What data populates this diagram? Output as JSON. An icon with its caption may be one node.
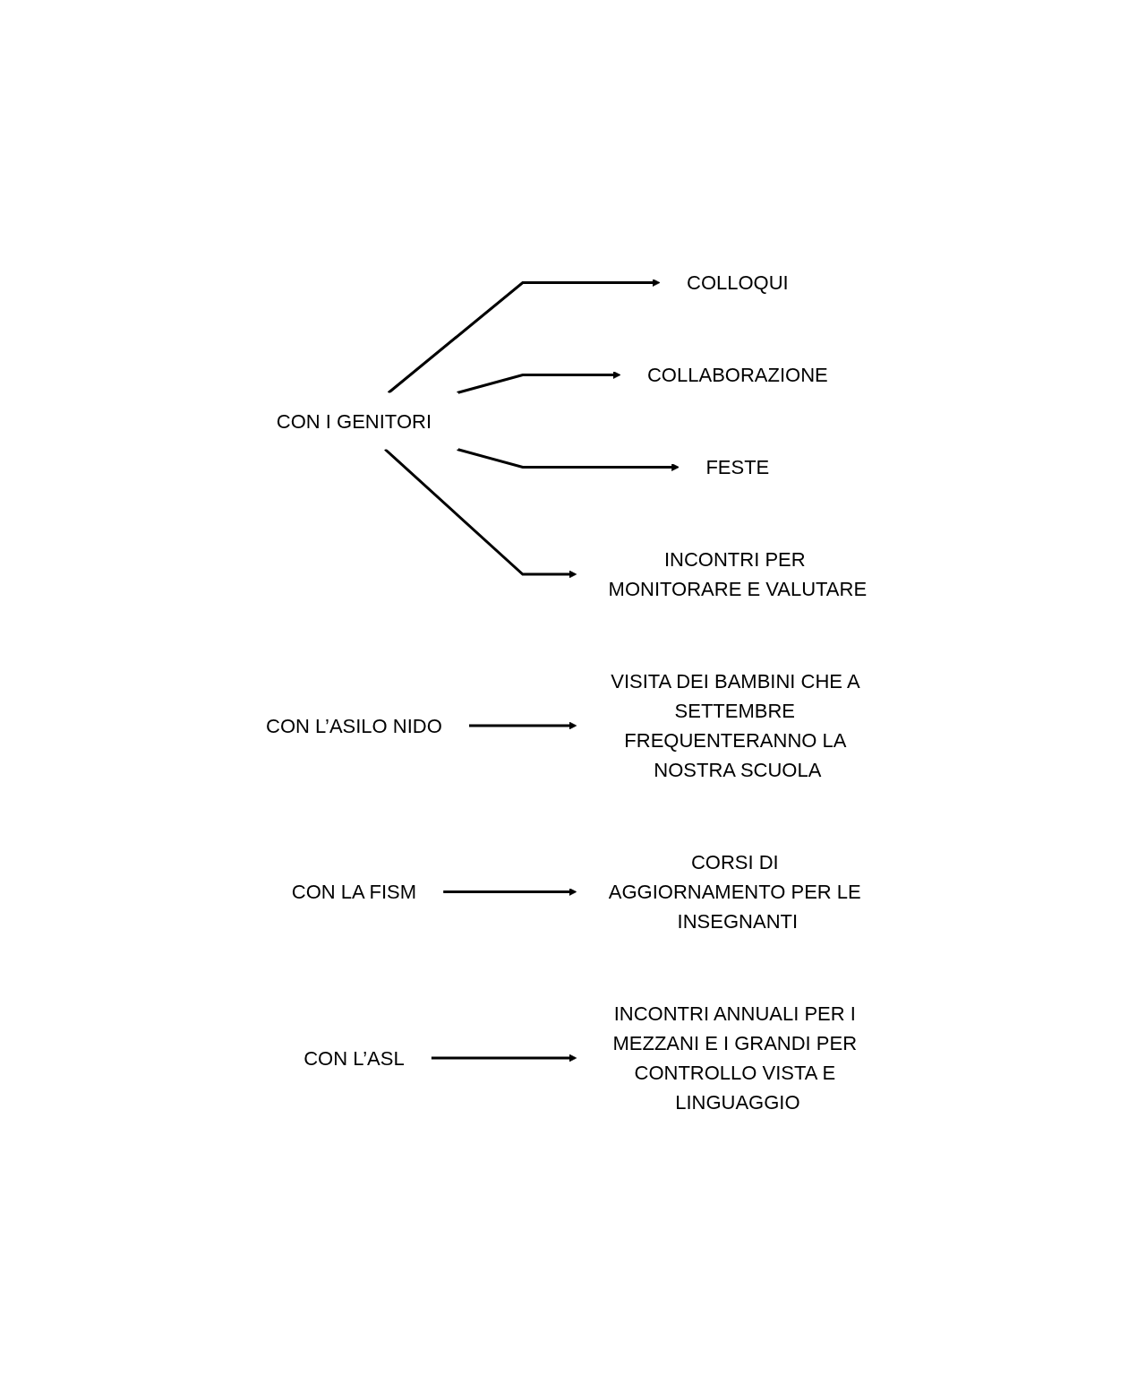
{
  "diagram": {
    "nodes": [
      {
        "text": [
          "CON I GENITORI"
        ]
      },
      {
        "text": [
          "COLLOQUI"
        ]
      },
      {
        "text": [
          "COLLABORAZIONE"
        ]
      },
      {
        "text": [
          "FESTE"
        ]
      },
      {
        "text": [
          "INCONTRI PER MONITORARE E VALUTARE"
        ]
      },
      {
        "text": [
          "CON L’ASILO NIDO"
        ]
      },
      {
        "text": [
          "VISITA DEI BAMBINI CHE A SETTEMBRE FREQUENTERANNO LA NOSTRA SCUOLA"
        ]
      },
      {
        "text": [
          "CON LA FISM"
        ]
      },
      {
        "text": [
          "CORSI DI AGGIORNAMENTO PER LE INSEGNANTI"
        ]
      },
      {
        "text": [
          "CON L’ASL"
        ]
      },
      {
        "text": [
          "INCONTRI ANNUALI PER I MEZZANI E I GRANDI PER CONTROLLO VISTA E LINGUAGGIO"
        ]
      }
    ],
    "edges": [
      {
        "from": 0,
        "to": 1,
        "arrow": "to"
      },
      {
        "from": 0,
        "to": 2,
        "arrow": "to"
      },
      {
        "from": 0,
        "to": 3,
        "arrow": "to"
      },
      {
        "from": 0,
        "to": 4,
        "arrow": "to"
      },
      {
        "from": 5,
        "to": 6,
        "arrow": "to"
      },
      {
        "from": 7,
        "to": 8,
        "arrow": "to"
      },
      {
        "from": 9,
        "to": 10,
        "arrow": "to"
      }
    ]
  }
}
